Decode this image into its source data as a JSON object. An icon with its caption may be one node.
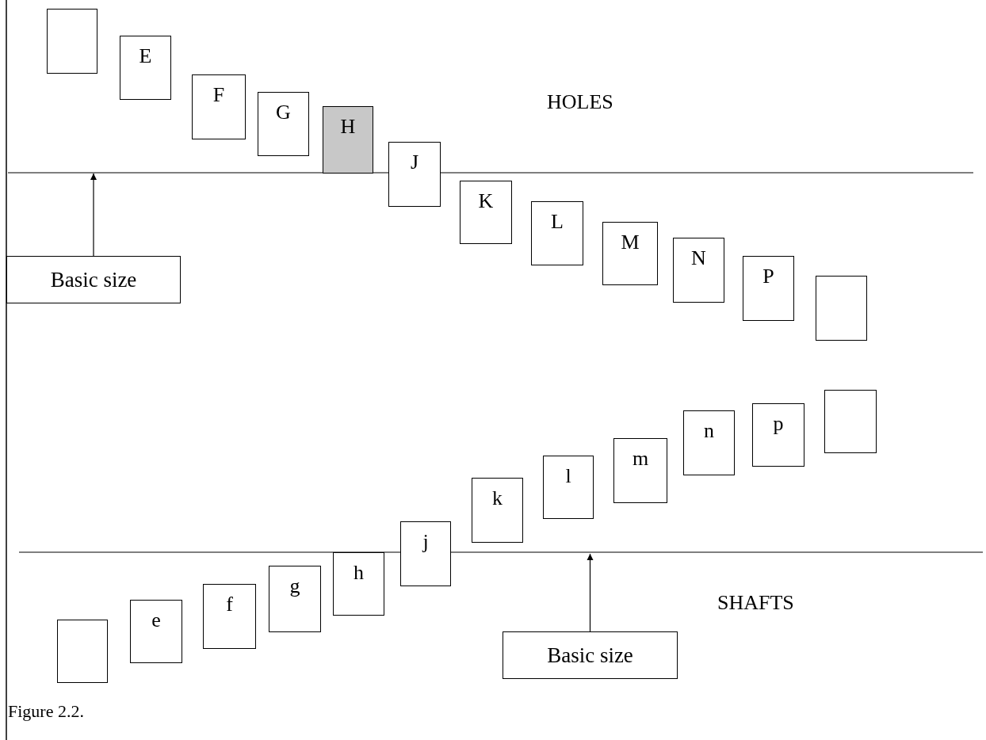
{
  "diagram": {
    "caption": "Figure 2.2.",
    "nodes": [
      {
        "text": [],
        "shape": "box"
      },
      {
        "text": [
          "E"
        ]
      },
      {
        "text": [
          "F"
        ]
      },
      {
        "text": [
          "G"
        ]
      },
      {
        "text": [
          "H"
        ]
      },
      {
        "text": [
          "J"
        ]
      },
      {
        "text": [
          "K"
        ]
      },
      {
        "text": [
          "L"
        ]
      },
      {
        "text": [
          "M"
        ]
      },
      {
        "text": [
          "N"
        ]
      },
      {
        "text": [
          "P"
        ]
      },
      {
        "text": [],
        "shape": "box"
      },
      {
        "text": [
          "Basic size"
        ]
      },
      {
        "text": [],
        "shape": "box"
      },
      {
        "text": [
          "e"
        ]
      },
      {
        "text": [
          "f"
        ]
      },
      {
        "text": [
          "g"
        ]
      },
      {
        "text": [
          "h"
        ]
      },
      {
        "text": [
          "j"
        ]
      },
      {
        "text": [
          "k"
        ]
      },
      {
        "text": [
          "l"
        ]
      },
      {
        "text": [
          "m"
        ]
      },
      {
        "text": [
          "n"
        ]
      },
      {
        "text": [
          "p"
        ]
      },
      {
        "text": [],
        "shape": "box"
      },
      {
        "text": [
          "Basic size"
        ]
      }
    ],
    "edges": [
      {
        "from": 12,
        "to": null,
        "arrow": "to"
      },
      {
        "from": 25,
        "to": null,
        "arrow": "to"
      }
    ],
    "labels": [
      "HOLES",
      "SHAFTS"
    ]
  }
}
